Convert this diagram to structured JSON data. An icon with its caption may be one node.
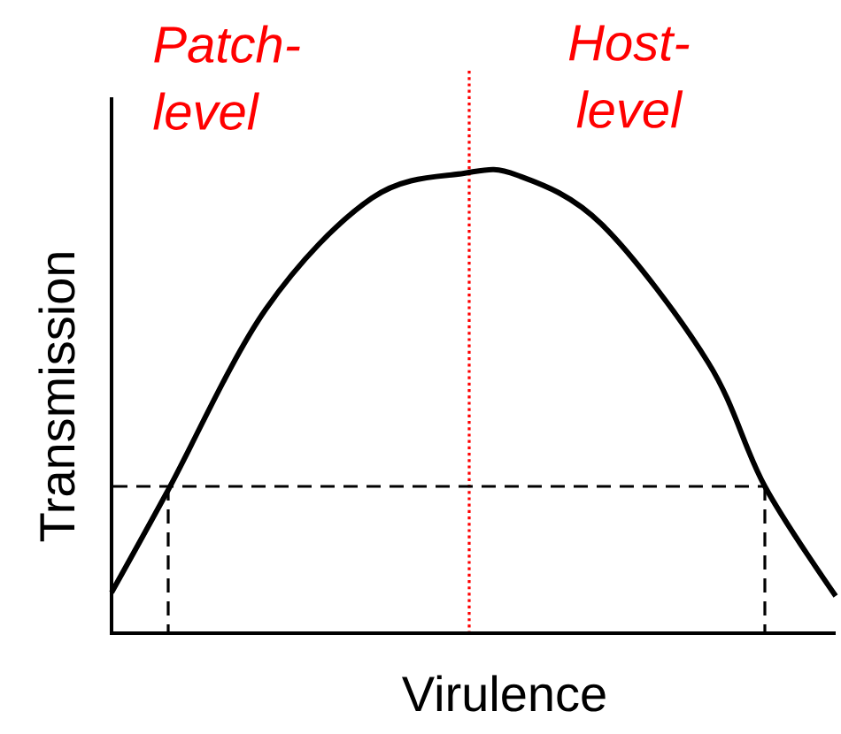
{
  "diagram": {
    "labels": [
      "Patch-level",
      "Host-level",
      "Transmission",
      "Virulence"
    ]
  }
}
